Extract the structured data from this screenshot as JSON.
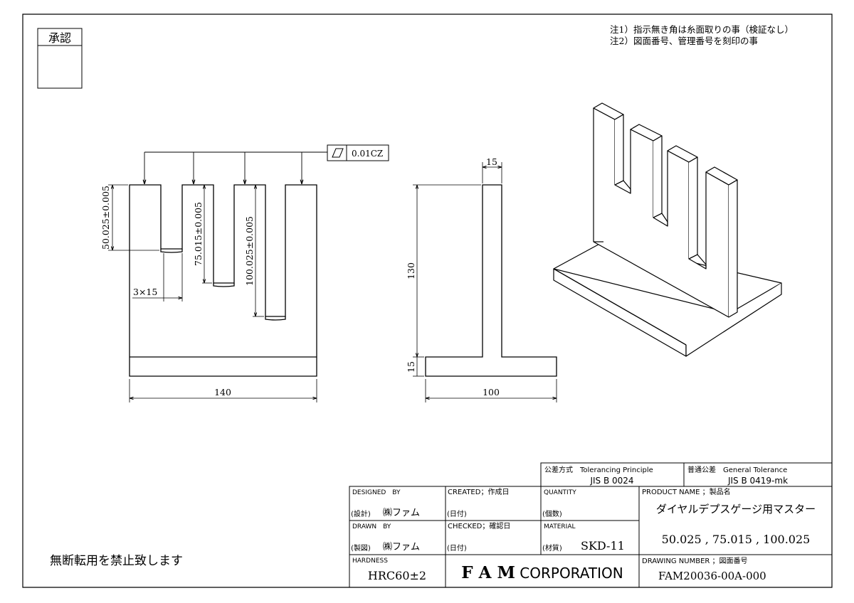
{
  "approval": {
    "label": "承認"
  },
  "notes": [
    "注1）指示無き角は糸面取りの事（検証なし）",
    "注2）図面番号、管理番号を刻印の事"
  ],
  "front_view": {
    "flatness_value": "0.01CZ",
    "dim_width": "140",
    "dim_slot1": "50.025±0.005",
    "dim_slot2": "75.015±0.005",
    "dim_slot3": "100.025±0.005",
    "dim_groove": "3×15"
  },
  "side_view": {
    "dim_thickness": "15",
    "dim_height": "130",
    "dim_base": "15",
    "dim_width": "100"
  },
  "disclaimer": "無断転用を禁止致します",
  "title_block": {
    "tolerancing_label": "公差方式　Tolerancing Principle",
    "tolerancing_value": "JIS B 0024",
    "general_tol_label": "普通公差　General Tolerance",
    "general_tol_value": "JIS B 0419-mk",
    "designed_by_label": "DESIGNED　BY",
    "designed_by_sub": "(設計)",
    "designed_by_value": "㈱ファム",
    "created_label": "CREATED；作成日",
    "created_sub": "(日付)",
    "quantity_label": "QUANTITY",
    "quantity_sub": "(個数)",
    "product_name_label": "PRODUCT NAME ；製品名",
    "product_name_value": "ダイヤルデプスゲージ用マスター",
    "drawn_by_label": "DRAWN　BY",
    "drawn_by_sub": "(製図)",
    "drawn_by_value": "㈱ファム",
    "checked_label": "CHECKED；確認日",
    "checked_sub": "(日付)",
    "material_label": "MATERIAL",
    "material_sub": "(材質)",
    "material_value": "SKD-11",
    "sizes_value": "50.025 , 75.015 , 100.025",
    "hardness_label": "HARDNESS",
    "hardness_value": "HRC60±2",
    "company_bold": "F A M",
    "company_rest": " CORPORATION",
    "drawing_number_label": "DRAWING NUMBER ；図面番号",
    "drawing_number_value": "FAM20036-00A-000"
  }
}
